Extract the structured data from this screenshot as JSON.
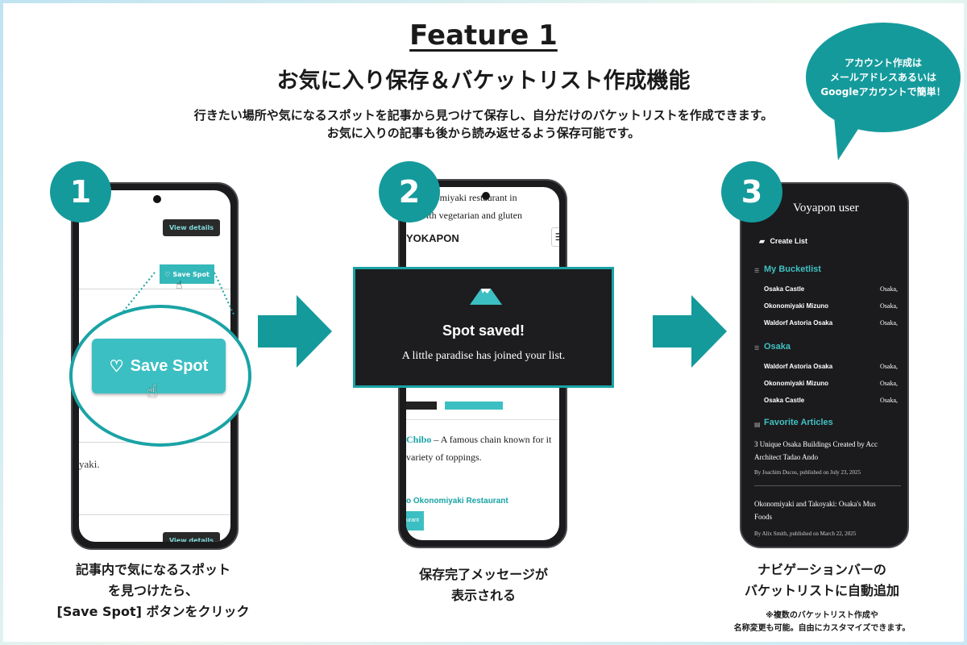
{
  "header": {
    "title": "Feature 1",
    "subtitle": "お気に入り保存＆バケットリスト作成機能",
    "desc_line1": "行きたい場所や気になるスポットを記事から見つけて保存し、自分だけのバケットリストを作成できます。",
    "desc_line2": "お気に入りの記事も後から読み返せるよう保存可能です。"
  },
  "bubble": {
    "line1": "アカウント作成は",
    "line2": "メールアドレスあるいは",
    "line3": "Googleアカウントで簡単！"
  },
  "steps": [
    {
      "number": "1",
      "caption_line1": "記事内で気になるスポット",
      "caption_line2": "を見つけたら、",
      "caption_line3": "[Save Spot] ボタンをクリック"
    },
    {
      "number": "2",
      "caption_line1": "保存完了メッセージが",
      "caption_line2": "表示される"
    },
    {
      "number": "3",
      "caption_line1": "ナビゲーションバーの",
      "caption_line2": "バケットリストに自動追加",
      "note_line1": "※複数のバケットリスト作成や",
      "note_line2": "名称変更も可能。自由にカスタマイズできます。"
    }
  ],
  "phone1": {
    "view_details": "View details",
    "save_spot_small": "Save Spot",
    "save_spot_big": "Save Spot",
    "fragment": "yaki.",
    "view_details_bottom": "View details"
  },
  "phone2": {
    "top_line1": "– Okonomiyaki restaurant in",
    "top_line2": "ori with vegetarian and gluten",
    "logo": "YOKAPON",
    "modal_title": "Spot saved!",
    "modal_text": "A little paradise has joined your list.",
    "chibo_name": "Chibo",
    "chibo_text": " – A famous chain known for it",
    "chibo_text2": "variety of toppings.",
    "restaurant_heading": "o Okonomiyaki Restaurant",
    "restaurant_btn": "urant"
  },
  "phone3": {
    "user": "Voyapon user",
    "create_list": "Create List",
    "section1": "My Bucketlist",
    "section1_items": [
      {
        "name": "Osaka Castle",
        "place": "Osaka,"
      },
      {
        "name": "Okonomiyaki Mizuno",
        "place": "Osaka,"
      },
      {
        "name": "Waldorf Astoria Osaka",
        "place": "Osaka,"
      }
    ],
    "section2": "Osaka",
    "section2_items": [
      {
        "name": "Waldorf Astoria Osaka",
        "place": "Osaka,"
      },
      {
        "name": "Okonomiyaki Mizuno",
        "place": "Osaka,"
      },
      {
        "name": "Osaka Castle",
        "place": "Osaka,"
      }
    ],
    "section3": "Favorite Articles",
    "article1_line1": "3 Unique Osaka Buildings Created by Acc",
    "article1_line2": "Architect Tadao Ando",
    "article1_meta": "By Joachim Ducos, published on July 23, 2025",
    "article2_line1": "Okonomiyaki and Takoyaki: Osaka's Mus",
    "article2_line2": "Foods",
    "article2_meta": "By Alix Smith, published on March 22, 2025"
  },
  "colors": {
    "accent": "#159a9c",
    "button": "#3cbfc2"
  }
}
